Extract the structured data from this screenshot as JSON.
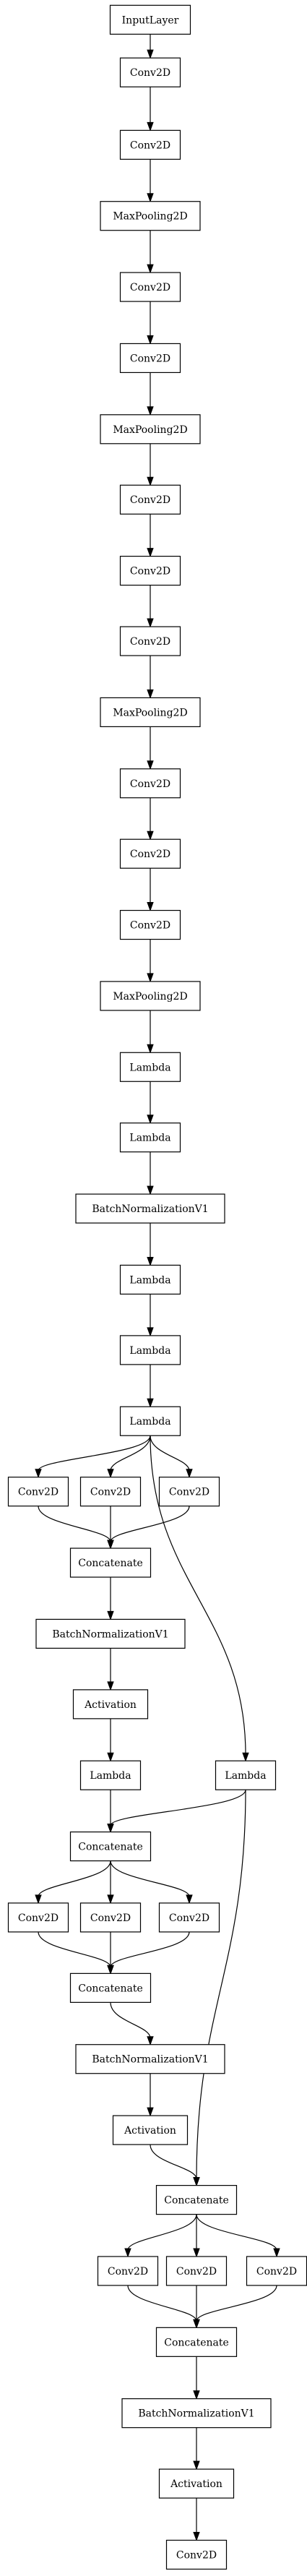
{
  "diagram": {
    "type": "keras-model-graph",
    "nodes": [
      {
        "id": "n0",
        "label": "InputLayer"
      },
      {
        "id": "n1",
        "label": "Conv2D"
      },
      {
        "id": "n2",
        "label": "Conv2D"
      },
      {
        "id": "n3",
        "label": "MaxPooling2D"
      },
      {
        "id": "n4",
        "label": "Conv2D"
      },
      {
        "id": "n5",
        "label": "Conv2D"
      },
      {
        "id": "n6",
        "label": "MaxPooling2D"
      },
      {
        "id": "n7",
        "label": "Conv2D"
      },
      {
        "id": "n8",
        "label": "Conv2D"
      },
      {
        "id": "n9",
        "label": "Conv2D"
      },
      {
        "id": "n10",
        "label": "MaxPooling2D"
      },
      {
        "id": "n11",
        "label": "Conv2D"
      },
      {
        "id": "n12",
        "label": "Conv2D"
      },
      {
        "id": "n13",
        "label": "Conv2D"
      },
      {
        "id": "n14",
        "label": "MaxPooling2D"
      },
      {
        "id": "n15",
        "label": "Lambda"
      },
      {
        "id": "n16",
        "label": "Lambda"
      },
      {
        "id": "n17",
        "label": "BatchNormalizationV1"
      },
      {
        "id": "n18",
        "label": "Lambda"
      },
      {
        "id": "n19",
        "label": "Lambda"
      },
      {
        "id": "n20",
        "label": "Lambda"
      },
      {
        "id": "n21",
        "label": "Conv2D"
      },
      {
        "id": "n22",
        "label": "Conv2D"
      },
      {
        "id": "n23",
        "label": "Conv2D"
      },
      {
        "id": "n24",
        "label": "Concatenate"
      },
      {
        "id": "n25",
        "label": "BatchNormalizationV1"
      },
      {
        "id": "n26",
        "label": "Activation"
      },
      {
        "id": "n27",
        "label": "Lambda"
      },
      {
        "id": "n28",
        "label": "Lambda"
      },
      {
        "id": "n29",
        "label": "Concatenate"
      },
      {
        "id": "n30",
        "label": "Conv2D"
      },
      {
        "id": "n31",
        "label": "Conv2D"
      },
      {
        "id": "n32",
        "label": "Conv2D"
      },
      {
        "id": "n33",
        "label": "Concatenate"
      },
      {
        "id": "n34",
        "label": "BatchNormalizationV1"
      },
      {
        "id": "n35",
        "label": "Activation"
      },
      {
        "id": "n36",
        "label": "Concatenate"
      },
      {
        "id": "n37",
        "label": "Conv2D"
      },
      {
        "id": "n38",
        "label": "Conv2D"
      },
      {
        "id": "n39",
        "label": "Conv2D"
      },
      {
        "id": "n40",
        "label": "Concatenate"
      },
      {
        "id": "n41",
        "label": "BatchNormalizationV1"
      },
      {
        "id": "n42",
        "label": "Activation"
      },
      {
        "id": "n43",
        "label": "Conv2D"
      }
    ],
    "edges": [
      [
        "n0",
        "n1"
      ],
      [
        "n1",
        "n2"
      ],
      [
        "n2",
        "n3"
      ],
      [
        "n3",
        "n4"
      ],
      [
        "n4",
        "n5"
      ],
      [
        "n5",
        "n6"
      ],
      [
        "n6",
        "n7"
      ],
      [
        "n7",
        "n8"
      ],
      [
        "n8",
        "n9"
      ],
      [
        "n9",
        "n10"
      ],
      [
        "n10",
        "n11"
      ],
      [
        "n11",
        "n12"
      ],
      [
        "n12",
        "n13"
      ],
      [
        "n13",
        "n14"
      ],
      [
        "n14",
        "n15"
      ],
      [
        "n15",
        "n16"
      ],
      [
        "n16",
        "n17"
      ],
      [
        "n17",
        "n18"
      ],
      [
        "n18",
        "n19"
      ],
      [
        "n19",
        "n20"
      ],
      [
        "n20",
        "n21"
      ],
      [
        "n20",
        "n22"
      ],
      [
        "n20",
        "n23"
      ],
      [
        "n20",
        "n28"
      ],
      [
        "n21",
        "n24"
      ],
      [
        "n22",
        "n24"
      ],
      [
        "n23",
        "n24"
      ],
      [
        "n24",
        "n25"
      ],
      [
        "n25",
        "n26"
      ],
      [
        "n26",
        "n27"
      ],
      [
        "n27",
        "n29"
      ],
      [
        "n28",
        "n29"
      ],
      [
        "n28",
        "n36"
      ],
      [
        "n29",
        "n30"
      ],
      [
        "n29",
        "n31"
      ],
      [
        "n29",
        "n32"
      ],
      [
        "n30",
        "n33"
      ],
      [
        "n31",
        "n33"
      ],
      [
        "n32",
        "n33"
      ],
      [
        "n33",
        "n34"
      ],
      [
        "n34",
        "n35"
      ],
      [
        "n35",
        "n36"
      ],
      [
        "n36",
        "n37"
      ],
      [
        "n36",
        "n38"
      ],
      [
        "n36",
        "n39"
      ],
      [
        "n37",
        "n40"
      ],
      [
        "n38",
        "n40"
      ],
      [
        "n39",
        "n40"
      ],
      [
        "n40",
        "n41"
      ],
      [
        "n41",
        "n42"
      ],
      [
        "n42",
        "n43"
      ]
    ]
  }
}
